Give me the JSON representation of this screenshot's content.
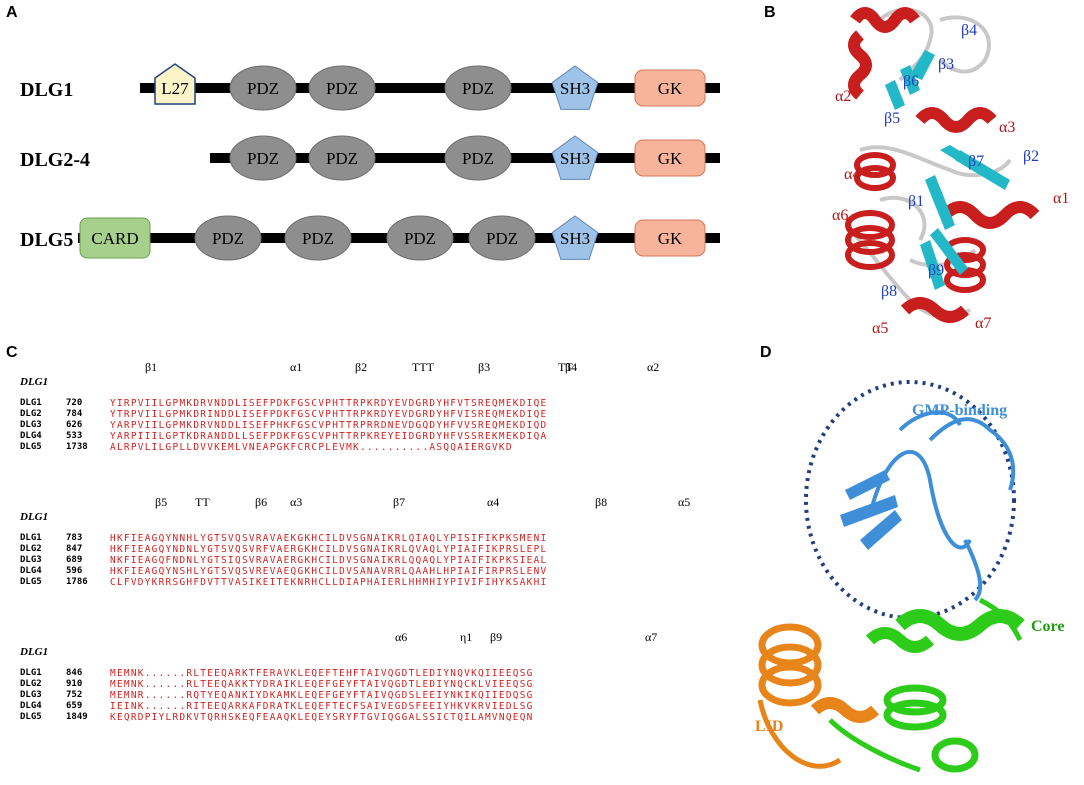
{
  "panels": {
    "A": "A",
    "B": "B",
    "C": "C",
    "D": "D"
  },
  "domains": {
    "rows": [
      {
        "name": "DLG1",
        "items": [
          {
            "type": "L27",
            "label": "L27"
          },
          {
            "type": "PDZ",
            "label": "PDZ"
          },
          {
            "type": "PDZ",
            "label": "PDZ"
          },
          {
            "type": "PDZ",
            "label": "PDZ"
          },
          {
            "type": "SH3",
            "label": "SH3"
          },
          {
            "type": "GK",
            "label": "GK"
          }
        ]
      },
      {
        "name": "DLG2-4",
        "items": [
          {
            "type": "PDZ",
            "label": "PDZ"
          },
          {
            "type": "PDZ",
            "label": "PDZ"
          },
          {
            "type": "PDZ",
            "label": "PDZ"
          },
          {
            "type": "SH3",
            "label": "SH3"
          },
          {
            "type": "GK",
            "label": "GK"
          }
        ]
      },
      {
        "name": "DLG5",
        "items": [
          {
            "type": "CARD",
            "label": "CARD"
          },
          {
            "type": "PDZ",
            "label": "PDZ"
          },
          {
            "type": "PDZ",
            "label": "PDZ"
          },
          {
            "type": "PDZ",
            "label": "PDZ"
          },
          {
            "type": "PDZ",
            "label": "PDZ"
          },
          {
            "type": "SH3",
            "label": "SH3"
          },
          {
            "type": "GK",
            "label": "GK"
          }
        ]
      }
    ],
    "colors": {
      "L27": "#fdf3c9",
      "PDZ": "#8e8e8e",
      "SH3": "#9fc2e8",
      "GK": "#f7b49a",
      "CARD": "#a8d08d",
      "line": "#000000"
    }
  },
  "structure_b": {
    "helix_color": "#c81e1e",
    "strand_color": "#22b8c8",
    "loop_color": "#c8c8c8",
    "helix_labels": [
      "α2",
      "α3",
      "α4",
      "α1",
      "α6",
      "α5",
      "α7"
    ],
    "strand_labels": [
      "β4",
      "β6",
      "β3",
      "β5",
      "β7",
      "β2",
      "β1",
      "β9",
      "β8"
    ]
  },
  "alignment": {
    "ref_label": "DLG1",
    "blocks": [
      {
        "ss": [
          "β1",
          "α1",
          "β2",
          "TTT",
          "β3",
          "TT",
          "β4",
          "α2"
        ],
        "rows": [
          {
            "name": "DLG1",
            "start": "720",
            "seq": "YIRPVIILGPMKDRVNDDLISEFPDKFGSCVPHTTRPKRDYEVDGRDYHFVTSREQMEKDIQE"
          },
          {
            "name": "DLG2",
            "start": "784",
            "seq": "YTRPVIILGPMKDRINDDLISEFPDKFGSCVPHTTRPKRDYEVDGRDYHFVISREQMEKDIQE"
          },
          {
            "name": "DLG3",
            "start": "626",
            "seq": "YARPVIILGPMKDRVNDDLISEFPHKFGSCVPHTTRPRRDNEVDGQDYHFVVSREQMEKDIQD"
          },
          {
            "name": "DLG4",
            "start": "533",
            "seq": "YARPIIILGPTKDRANDDLLSEFPDKFGSCVPHTTRPKREYEIDGRDYHFVSSREKMEKDIQA"
          },
          {
            "name": "DLG5",
            "start": "1738",
            "seq": "ALRPVLILGPLLDVVKEMLVNEAPGKFCRCPLEVMK..........ASQQAIERGVKD"
          }
        ]
      },
      {
        "ss": [
          "β5",
          "TT",
          "β6",
          "α3",
          "β7",
          "α4",
          "β8",
          "α5"
        ],
        "rows": [
          {
            "name": "DLG1",
            "start": "783",
            "seq": "HKFIEAGQYNNHLYGTSVQSVRAVAEKGKHCILDVSGNAIKRLQIAQLYPISIFIKPKSMENI"
          },
          {
            "name": "DLG2",
            "start": "847",
            "seq": "HKFIEAGQYNDNLYGTSVQSVRFVAERGKHCILDVSGNAIKRLQVAQLYPIAIFIKPRSLEPL"
          },
          {
            "name": "DLG3",
            "start": "689",
            "seq": "NKFIEAGQFNDNLYGTSIQSVRAVAERGKHCILDVSGNAIKRLQQAQLYPIAIFIKPKSIEAL"
          },
          {
            "name": "DLG4",
            "start": "596",
            "seq": "HKFIEAGQYNSHLYGTSVQSVREVAEQGKHCILDVSANAVRRLQAAHLHPIAIFIRPRSLENV"
          },
          {
            "name": "DLG5",
            "start": "1786",
            "seq": "CLFVDYKRRSGHFDVTTVASIKEITEKNRHCLLDIAPHAIERLHHMHIYPIVIFIHYKSAKHI"
          }
        ]
      },
      {
        "ss": [
          "α6",
          "η1",
          "β9",
          "α7"
        ],
        "rows": [
          {
            "name": "DLG1",
            "start": "846",
            "seq": "MEMNK......RLTEEQARKTFERAVKLEQEFTEHFTAIVQGDTLEDIYNQVKQIIEEQSG"
          },
          {
            "name": "DLG2",
            "start": "910",
            "seq": "MEMNK......RLTEEQAKKTYDRAIKLEQEFGEYFTAIVQGDTLEDIYNQCKLVIEEQSG"
          },
          {
            "name": "DLG3",
            "start": "752",
            "seq": "MEMNR......RQTYEQANKIYDKAMKLEQEFGEYFTAIVQGDSLEEIYNKIKQIIEDQSG"
          },
          {
            "name": "DLG4",
            "start": "659",
            "seq": "IEINK......RITEEQARKAFDRATKLEQEFTECFSAIVEGDSFEEIYHKVKRVIEDLSG"
          },
          {
            "name": "DLG5",
            "start": "1849",
            "seq": "KEQRDPIYLRDKVTQRHSKEQFEAAQKLEQEYSRYFTGVIQGGALSSICTQILAMVNQEQN"
          }
        ]
      }
    ]
  },
  "structure_d": {
    "labels": {
      "gmp": "GMP-binding",
      "core": "Core",
      "lid": "LID"
    },
    "colors": {
      "gmp": "#3f8fd8",
      "core": "#2ecc1a",
      "lid": "#e8851a",
      "circle": "#1f3f7f"
    }
  }
}
